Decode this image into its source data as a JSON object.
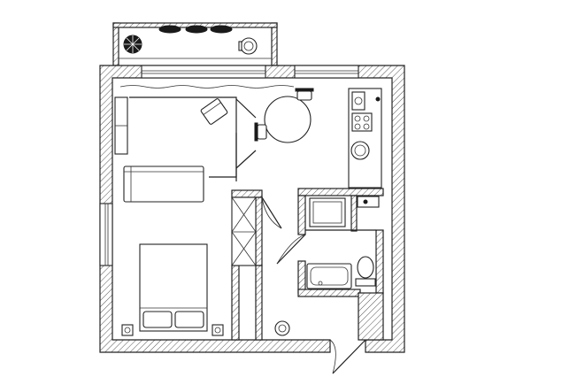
{
  "plan": {
    "rooms": [
      "living-bedroom",
      "kitchen-dining",
      "hallway",
      "bathroom",
      "balcony"
    ],
    "fixtures": [
      "double-bed",
      "sofa",
      "armchair",
      "round-table",
      "chairs",
      "sink",
      "stove",
      "washing-machine",
      "bathtub",
      "toilet",
      "wardrobe",
      "plants",
      "balcony-chair",
      "entry-door"
    ]
  }
}
